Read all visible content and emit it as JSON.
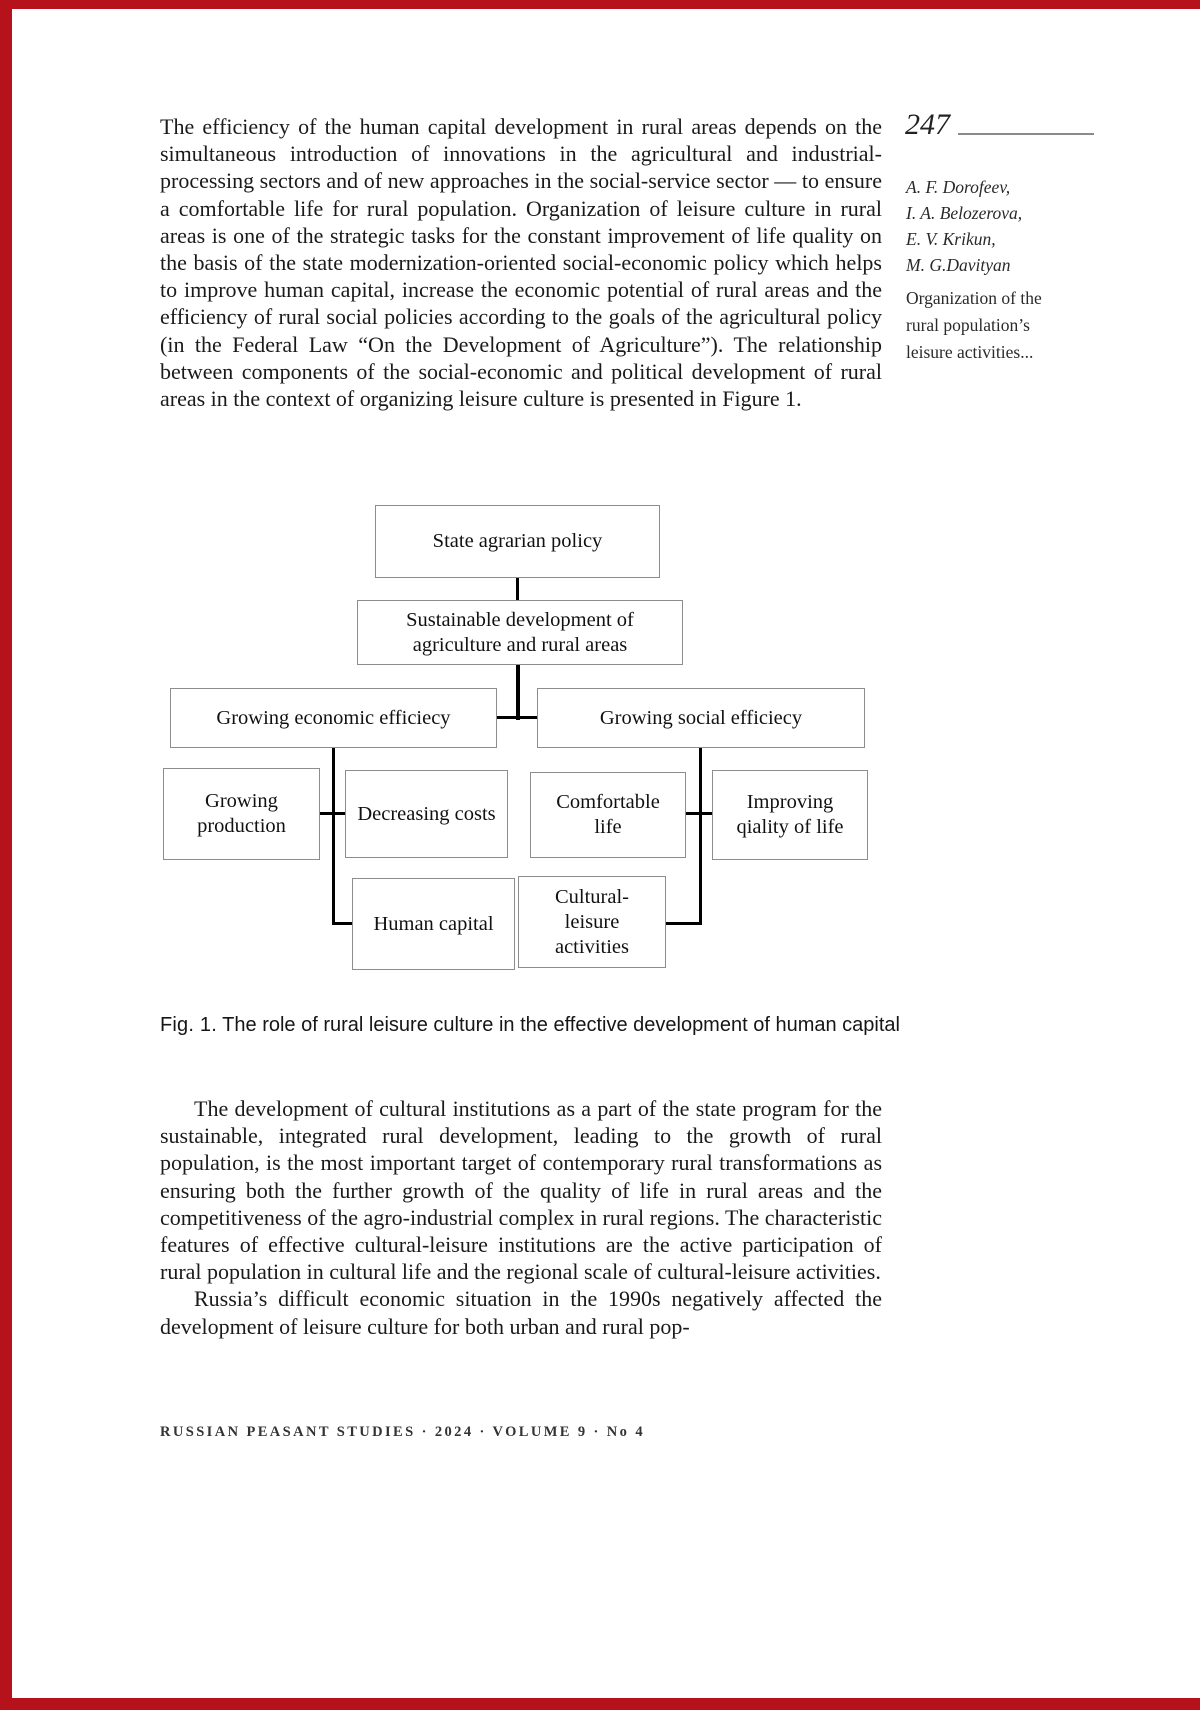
{
  "colors": {
    "frame": "#b5121b"
  },
  "page": {
    "number": "247",
    "footer": "RUSSIAN PEASANT STUDIES · 2024 · VOLUME 9 · No 4"
  },
  "margin": {
    "authors": [
      "A. F. Dorofeev,",
      "I. A. Belozerova,",
      "E. V. Krikun,",
      "M. G.Davityan"
    ],
    "running_title": "Organization of the rural population’s leisure activities..."
  },
  "body": {
    "paragraph1": "The efficiency of the human capital development in rural areas depends on the simultaneous introduction of innovations in the agricultural and industrial-processing sectors and of new approaches in the social-service sector — to ensure a comfortable life for rural population. Organization of leisure culture in rural areas is one of the strategic tasks for the constant improvement of life quality on the basis of the state modernization-oriented social-economic policy which helps to improve human capital, increase the economic potential of rural areas and the efficiency of rural social policies according to the goals of the agricultural policy (in the Federal Law “On the Development of Agriculture”). The relationship between components of the social-economic and political development of rural areas in the context of organizing leisure culture is presented in Figure 1.",
    "paragraph2": "The development of cultural institutions as a part of the state program for the sustainable, integrated rural development, leading to the growth of rural population, is the most important target of contemporary rural transformations as ensuring both the further growth of the quality of life in rural areas and the competitiveness of the agro-industrial complex in rural regions. The characteristic features of effective cultural-leisure institutions are the active participation of rural population in cultural life and the regional scale of cultural-leisure activities.",
    "paragraph3": "Russia’s difficult economic situation in the 1990s negatively affected the development of leisure culture for both urban and rural pop-"
  },
  "figure": {
    "caption_label": "Fig. 1.",
    "caption_text": " The role of rural leisure culture in the effective development of human capital",
    "nodes": {
      "state_agrarian_policy": "State agrarian policy",
      "sustainable_development": "Sustainable development of agriculture and rural areas",
      "growing_economic_efficiency": "Growing economic efficiecy",
      "growing_social_efficiency": "Growing social efficiecy",
      "growing_production": "Growing production",
      "decreasing_costs": "Decreasing costs",
      "comfortable_life": "Comfortable life",
      "improving_quality_of_life": "Improving qiality of life",
      "human_capital": "Human capital",
      "cultural_leisure_activities": "Cultural-leisure activities"
    }
  }
}
